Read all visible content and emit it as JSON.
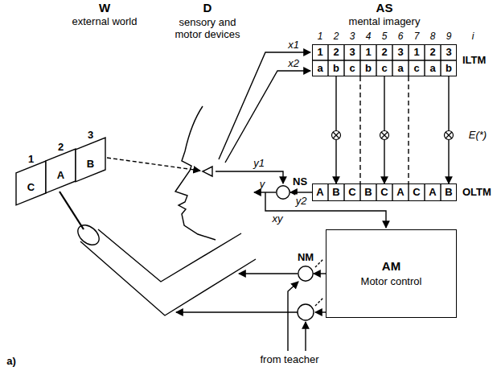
{
  "diagram": {
    "nodes": [
      {
        "text": [
          "C"
        ]
      },
      {
        "text": [
          "A"
        ]
      },
      {
        "text": [
          "B"
        ]
      },
      {
        "text": [
          "ILTM"
        ]
      },
      {
        "text": [
          "OLTM"
        ]
      },
      {
        "text": [
          "NS"
        ]
      },
      {
        "text": [
          "NM"
        ]
      },
      {
        "text": [
          "AM",
          "Motor control"
        ]
      }
    ],
    "edges": [
      {
        "from": 3,
        "to": 4,
        "arrow": "to"
      },
      {
        "from": 3,
        "to": 4,
        "arrow": "to"
      },
      {
        "from": 3,
        "to": 4,
        "arrow": "to"
      },
      {
        "from": 4,
        "to": 5,
        "arrow": "to",
        "label": "y2"
      },
      {
        "from": 7,
        "to": 6,
        "arrow": "to"
      }
    ],
    "labels": [
      "W",
      "external world",
      "D",
      "sensory and motor devices",
      "AS",
      "mental imagery",
      "1",
      "2",
      "3",
      "x1",
      "x2",
      "y1",
      "1",
      "2",
      "3",
      "4",
      "5",
      "6",
      "7",
      "8",
      "9",
      "i",
      "1",
      "2",
      "3",
      "1",
      "2",
      "3",
      "1",
      "2",
      "3",
      "a",
      "b",
      "c",
      "b",
      "c",
      "a",
      "c",
      "a",
      "b",
      "E(*)",
      "A",
      "B",
      "C",
      "B",
      "C",
      "A",
      "C",
      "A",
      "B",
      "y",
      "xy",
      "from teacher",
      "a)"
    ]
  }
}
